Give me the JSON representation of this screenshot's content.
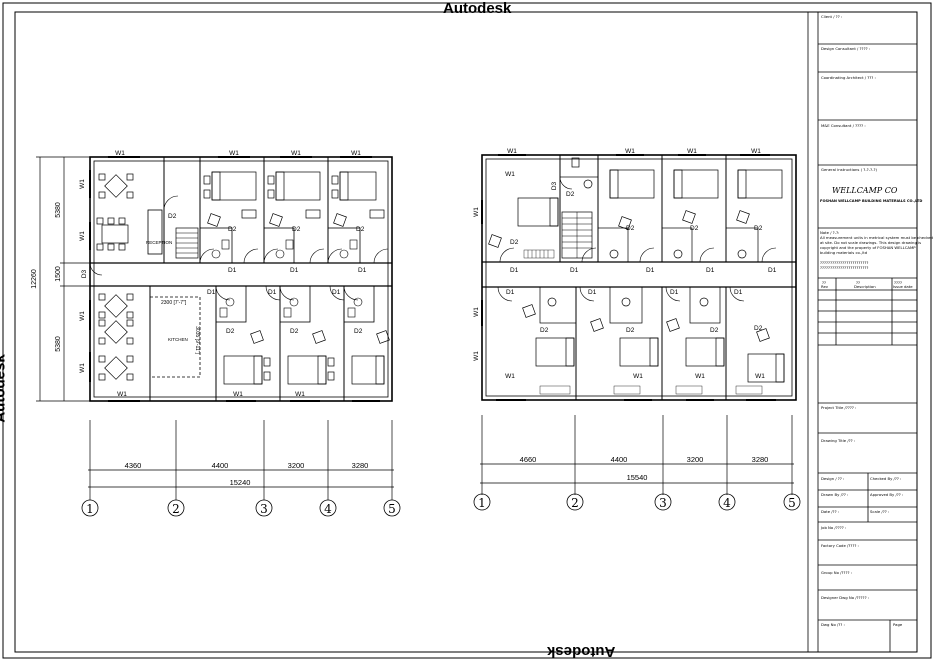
{
  "watermark": {
    "top": "Autodesk",
    "bottom": "Autodesk",
    "left": "Autodesk"
  },
  "plan_left": {
    "overall_width": "15240",
    "overall_height": "12260",
    "side_dims": [
      "5380",
      "1500",
      "5380"
    ],
    "spans": [
      "4360",
      "4400",
      "3200",
      "3280"
    ],
    "axes": [
      "1",
      "2",
      "3",
      "4",
      "5"
    ],
    "top_windows": [
      "W1",
      "W1",
      "W1",
      "W1"
    ],
    "bottom_windows": [
      "W1",
      "W1",
      "W1"
    ],
    "left_windows": [
      "W1",
      "W1",
      "W1",
      "W1"
    ],
    "door_d3": "D3",
    "doors_d1": [
      "D1",
      "D1",
      "D1",
      "D1",
      "D1",
      "D1"
    ],
    "doors_d2": [
      "D2",
      "D2",
      "D2",
      "D2",
      "D2",
      "D2",
      "D2"
    ],
    "reception": "RECEPTION",
    "kitchen": "KITCHEN",
    "kitchen_w": "2300 [7'-7\"]",
    "kitchen_h": "3035 [9'-11\"]"
  },
  "plan_right": {
    "overall_width": "15540",
    "spans": [
      "4660",
      "4400",
      "3200",
      "3280"
    ],
    "axes": [
      "1",
      "2",
      "3",
      "4",
      "5"
    ],
    "top_windows": [
      "W1",
      "W1",
      "W1",
      "W1",
      "W1"
    ],
    "bottom_windows": [
      "W1",
      "W1",
      "W1",
      "W1"
    ],
    "left_windows": [
      "W1",
      "W1",
      "W1"
    ],
    "d3": "D3",
    "doors_d1": [
      "D1",
      "D1",
      "D1",
      "D1",
      "D1",
      "D1",
      "D1",
      "D1",
      "D1"
    ],
    "doors_d2": [
      "D2",
      "D2",
      "D2",
      "D2",
      "D2",
      "D2",
      "D2",
      "D2",
      "D2"
    ]
  },
  "title_block": {
    "client": "Client / ?? :",
    "design_consultant": "Design Consultant / ???? :",
    "coordinating_architect": "Coordinating Architect / ??? :",
    "mne_consultant": "M&E Consultant / ???? :",
    "general_instructions": "General instructions ( ?-?-?-?)",
    "company": "WELLCAMP CO",
    "company_full": "FOSHAN WELLCAMP BUILDING MATERIALS CO.,LTD",
    "notes": [
      "Note / ?-?:",
      "All measurement units in metrical system must be checked",
      "at site. Do not scale drawings. This design drawing is",
      "copyright and the property of FOSHAN WELLCAMP",
      "building materials co.,ltd",
      "????????????????????????",
      "????????????????????????"
    ],
    "rev_headers": [
      "??",
      "??",
      "????"
    ],
    "rev_sub": [
      "Rev",
      "Description",
      "Issue date"
    ],
    "project_title": "Project Title /???? :",
    "drawing_title": "Drawing Title /?? :",
    "design": "Design / ?? :",
    "checked_by": "Checked By /?? :",
    "drawn_by": "Drawn By /?? :",
    "approved_by": "Approved By /?? :",
    "date": "Date /?? :",
    "scale": "Scale /?? :",
    "job_no": "Job No /???? :",
    "factory_code": "Factory Code /???? :",
    "group_no": "Group No /???? :",
    "designer_dwg_no": "Designer Dwg No /????? :",
    "dwg_no": "Dwg No /?? :",
    "page": "Page"
  }
}
